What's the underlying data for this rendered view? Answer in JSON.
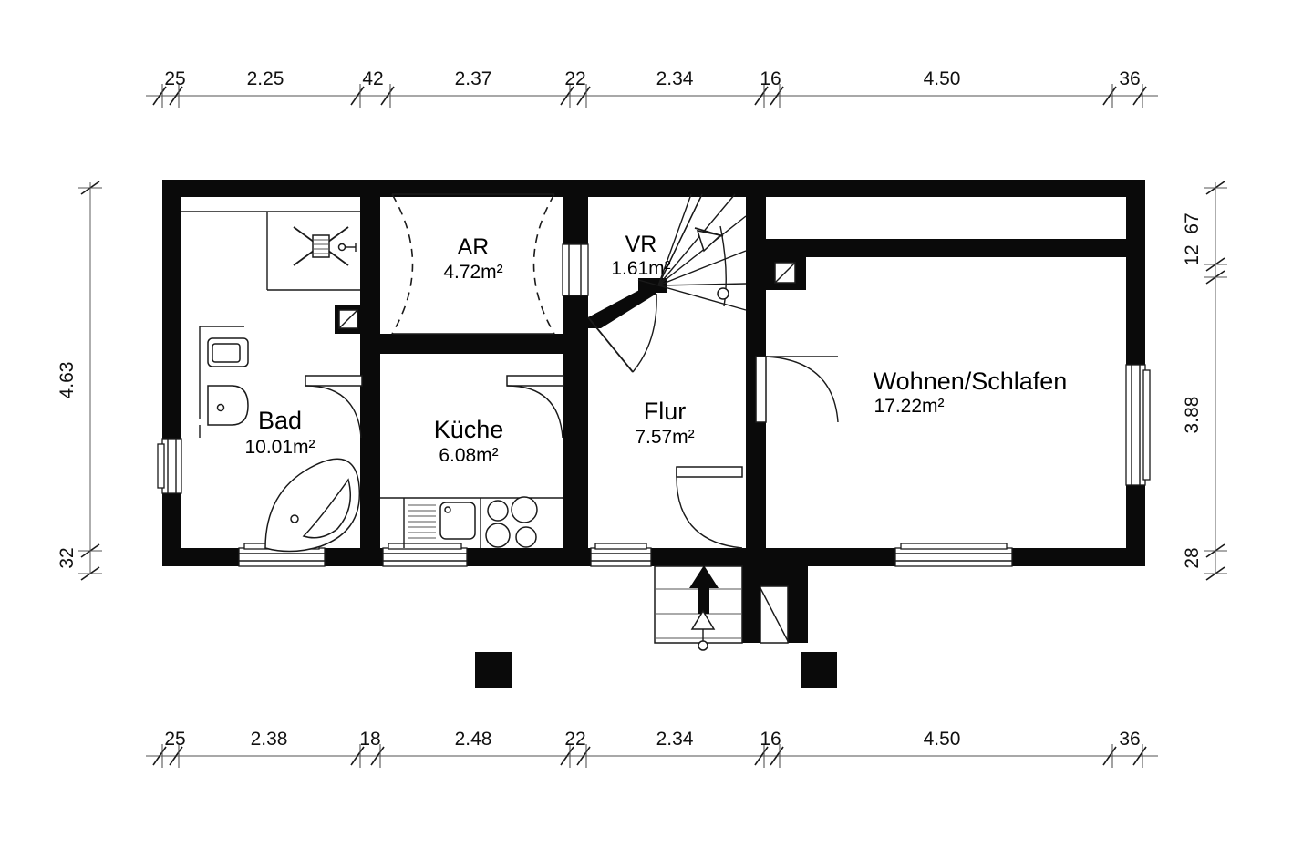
{
  "drawing": {
    "type": "architectural-floor-plan",
    "units": "meters / centimeters",
    "line_color": "#0a0a0a",
    "wall_color": "#0a0a0a",
    "dim_line_color": "#8c8c8c",
    "background": "#ffffff"
  },
  "rooms": [
    {
      "id": "bad",
      "name": "Bad",
      "area": "10.01m²"
    },
    {
      "id": "kueche",
      "name": "Küche",
      "area": "6.08m²"
    },
    {
      "id": "ar",
      "name": "AR",
      "area": "4.72m²"
    },
    {
      "id": "vr",
      "name": "VR",
      "area": "1.61m²"
    },
    {
      "id": "flur",
      "name": "Flur",
      "area": "7.57m²"
    },
    {
      "id": "wohnen",
      "name": "Wohnen/Schlafen",
      "area": "17.22m²"
    }
  ],
  "dimensions": {
    "top": [
      "25",
      "2.25",
      "42",
      "2.37",
      "22",
      "2.34",
      "16",
      "4.50",
      "36"
    ],
    "bottom": [
      "25",
      "2.38",
      "18",
      "2.48",
      "22",
      "2.34",
      "16",
      "4.50",
      "36"
    ],
    "left": [
      "4.63",
      "32"
    ],
    "right": [
      "12",
      "67",
      "3.88",
      "28"
    ]
  },
  "fixtures": [
    {
      "name": "shower-tray",
      "room": "bad"
    },
    {
      "name": "toilet",
      "room": "bad"
    },
    {
      "name": "sink-basin",
      "room": "bad"
    },
    {
      "name": "corner-bathtub",
      "room": "bad"
    },
    {
      "name": "kitchen-drainboard",
      "room": "kueche"
    },
    {
      "name": "kitchen-sink",
      "room": "kueche"
    },
    {
      "name": "stove-four-burner",
      "room": "kueche"
    },
    {
      "name": "winder-staircase",
      "room": "vr"
    },
    {
      "name": "entry-steps",
      "room": "flur"
    },
    {
      "name": "chimney-shaft",
      "room": "flur"
    }
  ]
}
